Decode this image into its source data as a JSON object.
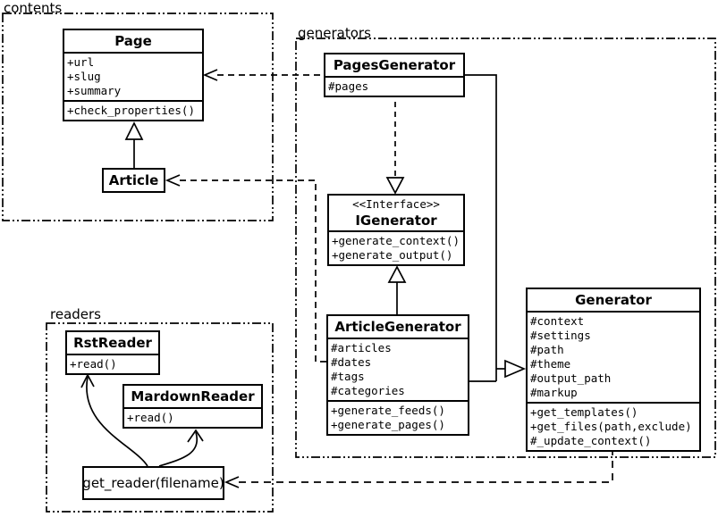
{
  "diagram": {
    "packages": {
      "contents": {
        "label": "contents"
      },
      "generators": {
        "label": "generators"
      },
      "readers": {
        "label": "readers"
      }
    },
    "classes": {
      "page": {
        "name": "Page",
        "attributes": [
          "+url",
          "+slug",
          "+summary"
        ],
        "methods": [
          "+check_properties()"
        ]
      },
      "article": {
        "name": "Article"
      },
      "pages_generator": {
        "name": "PagesGenerator",
        "attributes": [
          "#pages"
        ]
      },
      "igenerator": {
        "stereotype": "<<Interface>>",
        "name": "IGenerator",
        "methods": [
          "+generate_context()",
          "+generate_output()"
        ]
      },
      "article_generator": {
        "name": "ArticleGenerator",
        "attributes": [
          "#articles",
          "#dates",
          "#tags",
          "#categories"
        ],
        "methods": [
          "+generate_feeds()",
          "+generate_pages()"
        ]
      },
      "generator": {
        "name": "Generator",
        "attributes": [
          "#context",
          "#settings",
          "#path",
          "#theme",
          "#output_path",
          "#markup"
        ],
        "methods": [
          "+get_templates()",
          "+get_files(path,exclude)",
          "#_update_context()"
        ]
      },
      "rst_reader": {
        "name": "RstReader",
        "methods": [
          "+read()"
        ]
      },
      "mardown_reader": {
        "name": "MardownReader",
        "methods": [
          "+read()"
        ]
      }
    },
    "nodes": {
      "get_reader": {
        "label": "get_reader(filename)"
      }
    },
    "colors": {
      "line": "#000000",
      "background": "#ffffff"
    }
  }
}
